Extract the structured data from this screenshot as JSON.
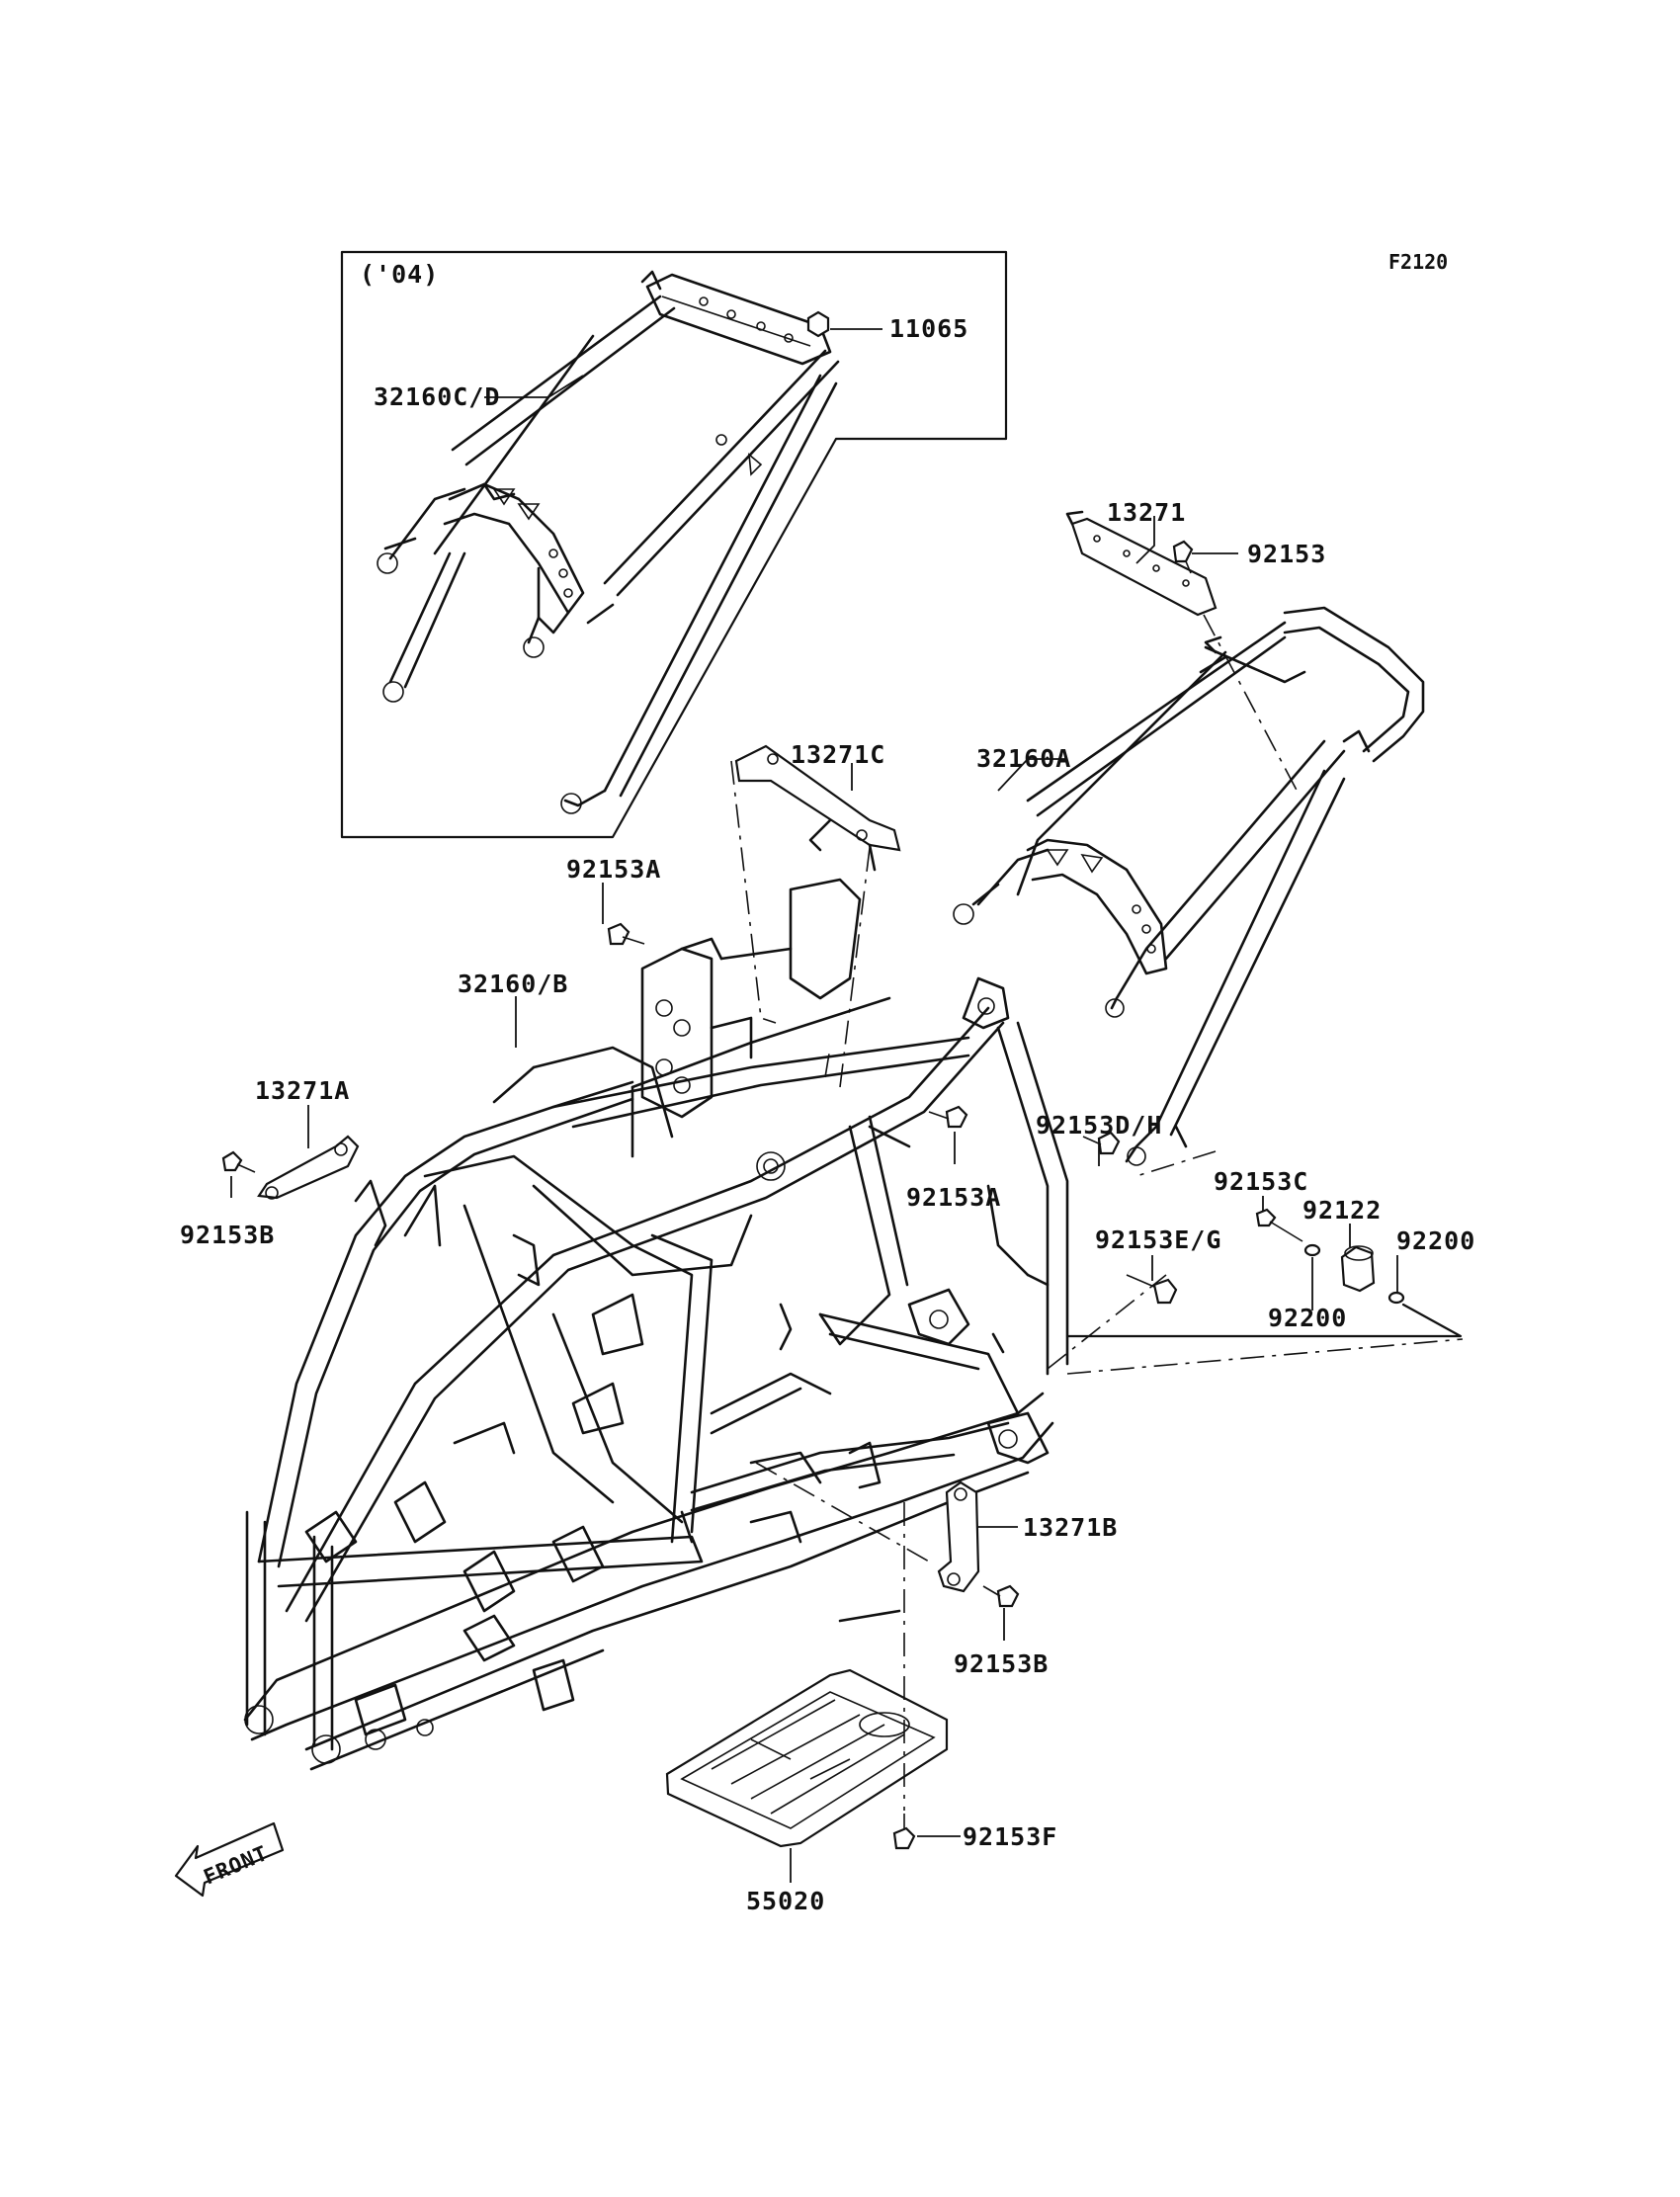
{
  "figure_code": "F2120",
  "inset": {
    "caption": "('04)"
  },
  "front_marker": "FRONT",
  "callouts": [
    {
      "id": "11065",
      "label": "11065"
    },
    {
      "id": "32160cd",
      "label": "32160C/D"
    },
    {
      "id": "13271",
      "label": "13271"
    },
    {
      "id": "92153",
      "label": "92153"
    },
    {
      "id": "13271c",
      "label": "13271C"
    },
    {
      "id": "32160a",
      "label": "32160A"
    },
    {
      "id": "92153a-top",
      "label": "92153A"
    },
    {
      "id": "32160b",
      "label": "32160/B"
    },
    {
      "id": "92153dh",
      "label": "92153D/H"
    },
    {
      "id": "13271a",
      "label": "13271A"
    },
    {
      "id": "92153a-mid",
      "label": "92153A"
    },
    {
      "id": "92153b-left",
      "label": "92153B"
    },
    {
      "id": "92153c",
      "label": "92153C"
    },
    {
      "id": "92122",
      "label": "92122"
    },
    {
      "id": "92153eg",
      "label": "92153E/G"
    },
    {
      "id": "92200-right",
      "label": "92200"
    },
    {
      "id": "92200-low",
      "label": "92200"
    },
    {
      "id": "13271b",
      "label": "13271B"
    },
    {
      "id": "92153b-right",
      "label": "92153B"
    },
    {
      "id": "92153f",
      "label": "92153F"
    },
    {
      "id": "55020",
      "label": "55020"
    }
  ]
}
